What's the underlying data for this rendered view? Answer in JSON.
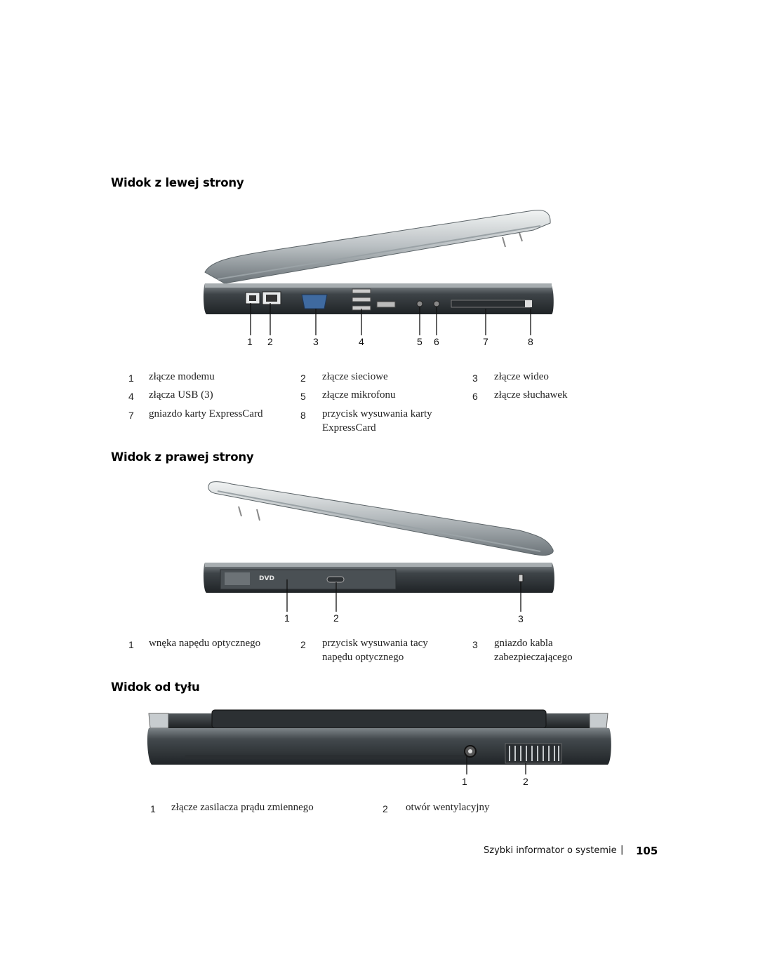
{
  "sections": {
    "left": {
      "heading": "Widok z lewej strony",
      "callouts": [
        "1",
        "2",
        "3",
        "4",
        "5",
        "6",
        "7",
        "8"
      ],
      "legend": [
        {
          "num": "1",
          "text": "złącze modemu"
        },
        {
          "num": "2",
          "text": "złącze sieciowe"
        },
        {
          "num": "3",
          "text": "złącze wideo"
        },
        {
          "num": "4",
          "text": "złącza USB (3)"
        },
        {
          "num": "5",
          "text": "złącze mikrofonu"
        },
        {
          "num": "6",
          "text": "złącze słuchawek"
        },
        {
          "num": "7",
          "text": "gniazdo karty ExpressCard"
        },
        {
          "num": "8",
          "text": "przycisk wysuwania karty",
          "text2": "ExpressCard"
        }
      ]
    },
    "right": {
      "heading": "Widok z prawej strony",
      "callouts": [
        "1",
        "2",
        "3"
      ],
      "drive_logo": "DVD",
      "legend": [
        {
          "num": "1",
          "text": "wnęka napędu optycznego"
        },
        {
          "num": "2",
          "text": "przycisk wysuwania tacy",
          "text2": "napędu optycznego"
        },
        {
          "num": "3",
          "text": "gniazdo kabla",
          "text2": "zabezpieczającego"
        }
      ]
    },
    "back": {
      "heading": "Widok od tyłu",
      "callouts": [
        "1",
        "2"
      ],
      "legend": [
        {
          "num": "1",
          "text": "złącze zasilacza prądu zmiennego"
        },
        {
          "num": "2",
          "text": "otwór wentylacyjny"
        }
      ]
    }
  },
  "footer": {
    "title": "Szybki informator o systemie",
    "separator": "|",
    "page_number": "105"
  }
}
